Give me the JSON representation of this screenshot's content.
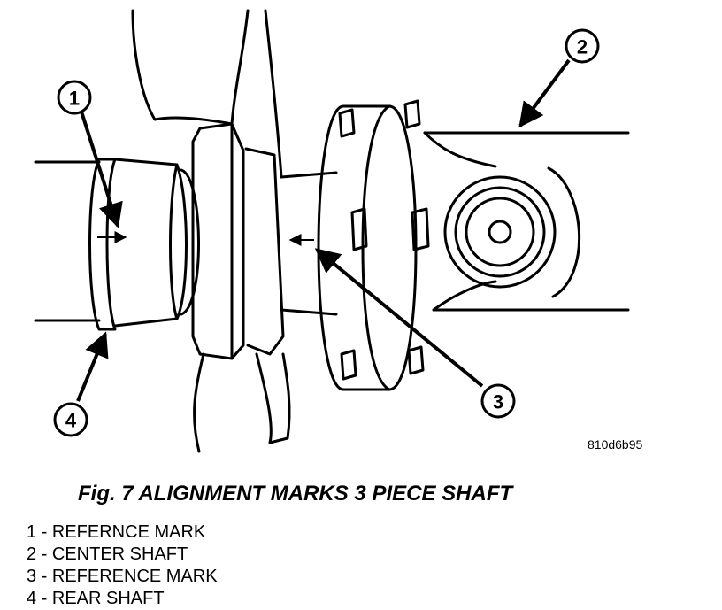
{
  "callouts": [
    "1",
    "2",
    "3",
    "4"
  ],
  "drawing_id": "810d6b95",
  "caption": "Fig. 7 ALIGNMENT MARKS 3 PIECE SHAFT",
  "legend": [
    "1 - REFERNCE MARK",
    "2 - CENTER SHAFT",
    "3 - REFERENCE MARK",
    "4 - REAR SHAFT"
  ]
}
